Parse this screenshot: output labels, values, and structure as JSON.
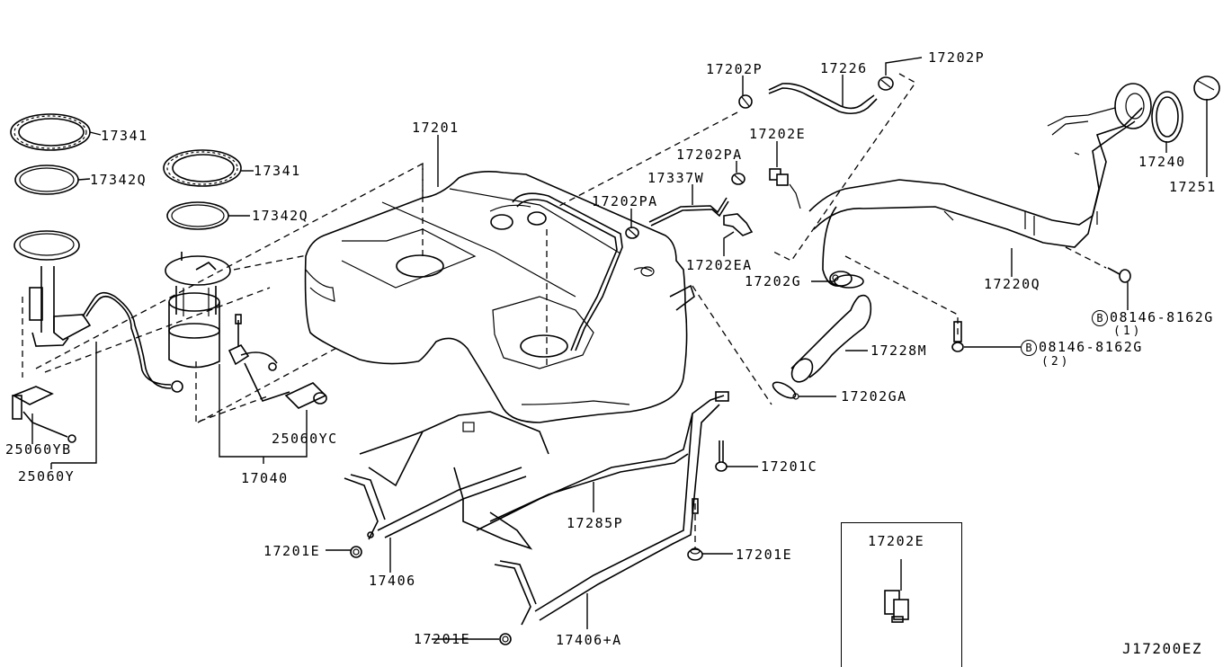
{
  "diagram": {
    "title_code": "J17200EZ",
    "subject": "Fuel tank assembly exploded parts diagram",
    "parts": {
      "p17341_a": "17341",
      "p17342q_a": "17342Q",
      "p17341_b": "17341",
      "p17342q_b": "17342Q",
      "p17201": "17201",
      "p17202p_a": "17202P",
      "p17226": "17226",
      "p17202p_b": "17202P",
      "p17202e": "17202E",
      "p17202pa_a": "17202PA",
      "p17337w": "17337W",
      "p17202pa_b": "17202PA",
      "p17202ea": "17202EA",
      "p17240": "17240",
      "p17251": "17251",
      "p17220q": "17220Q",
      "p17202g": "17202G",
      "p17228m": "17228M",
      "p17202ga": "17202GA",
      "bolt1_code": "08146-8162G",
      "bolt1_qty": "(1)",
      "bolt2_code": "08146-8162G",
      "bolt2_qty": "(2)",
      "bolt_marker": "B",
      "p25060yb": "25060YB",
      "p25060y": "25060Y",
      "p25060yc": "25060YC",
      "p17040": "17040",
      "p17201c": "17201C",
      "p17285p": "17285P",
      "p17201e_a": "17201E",
      "p17406": "17406",
      "p17201e_b": "17201E",
      "p17406a": "17406+A",
      "p17201e_c": "17201E"
    },
    "inset": {
      "label": "17202E"
    }
  }
}
